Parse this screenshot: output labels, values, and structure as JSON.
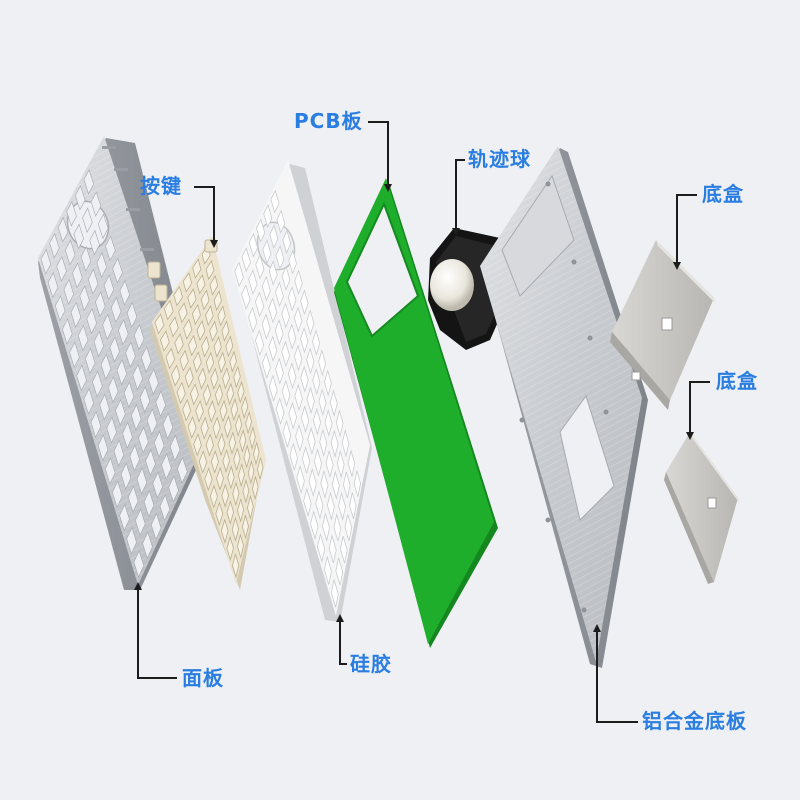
{
  "labels": {
    "faceplate": "面板",
    "keycaps": "按键",
    "silicone": "硅胶",
    "pcb": "PCB板",
    "trackball": "轨迹球",
    "bottom_box_1": "底盒",
    "bottom_box_2": "底盒",
    "base_plate": "铝合金底板"
  },
  "colors": {
    "label": "#2a7de1",
    "leader": "#1c1c1c",
    "background": "#eef0f3",
    "pcb": "#1fae2c",
    "aluminum": "#c9ccd0",
    "keycap": "#ece4cf",
    "silicone": "#f4f4f4",
    "trackball_housing": "#1a1a1a"
  }
}
